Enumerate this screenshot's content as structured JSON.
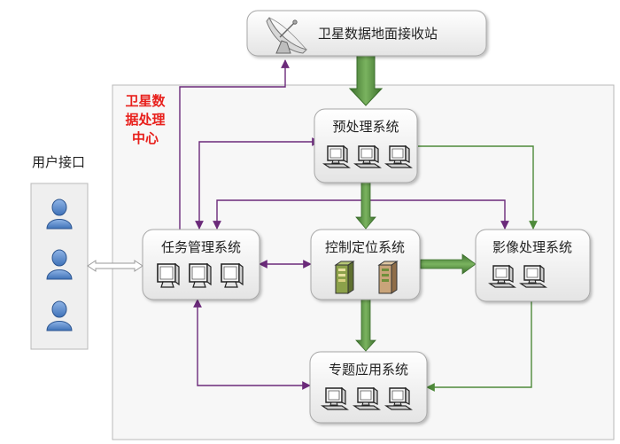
{
  "ground_station": {
    "label": "卫星数据地面接收站",
    "icon": "satellite-dish-icon"
  },
  "processing_center": {
    "label_lines": [
      "卫星数",
      "据处理",
      "中心"
    ],
    "label_color": "#e8201c"
  },
  "user_interface": {
    "label": "用户接口",
    "icon": "user-icon"
  },
  "systems": {
    "preprocess": {
      "label": "预处理系统"
    },
    "task_mgmt": {
      "label": "任务管理系统"
    },
    "control": {
      "label": "控制定位系统"
    },
    "image": {
      "label": "影像处理系统"
    },
    "thematic": {
      "label": "专题应用系统"
    }
  },
  "colors": {
    "green": "#4e8a3a",
    "purple": "#6b2a7a",
    "user_blue": "#4a7fc1"
  }
}
